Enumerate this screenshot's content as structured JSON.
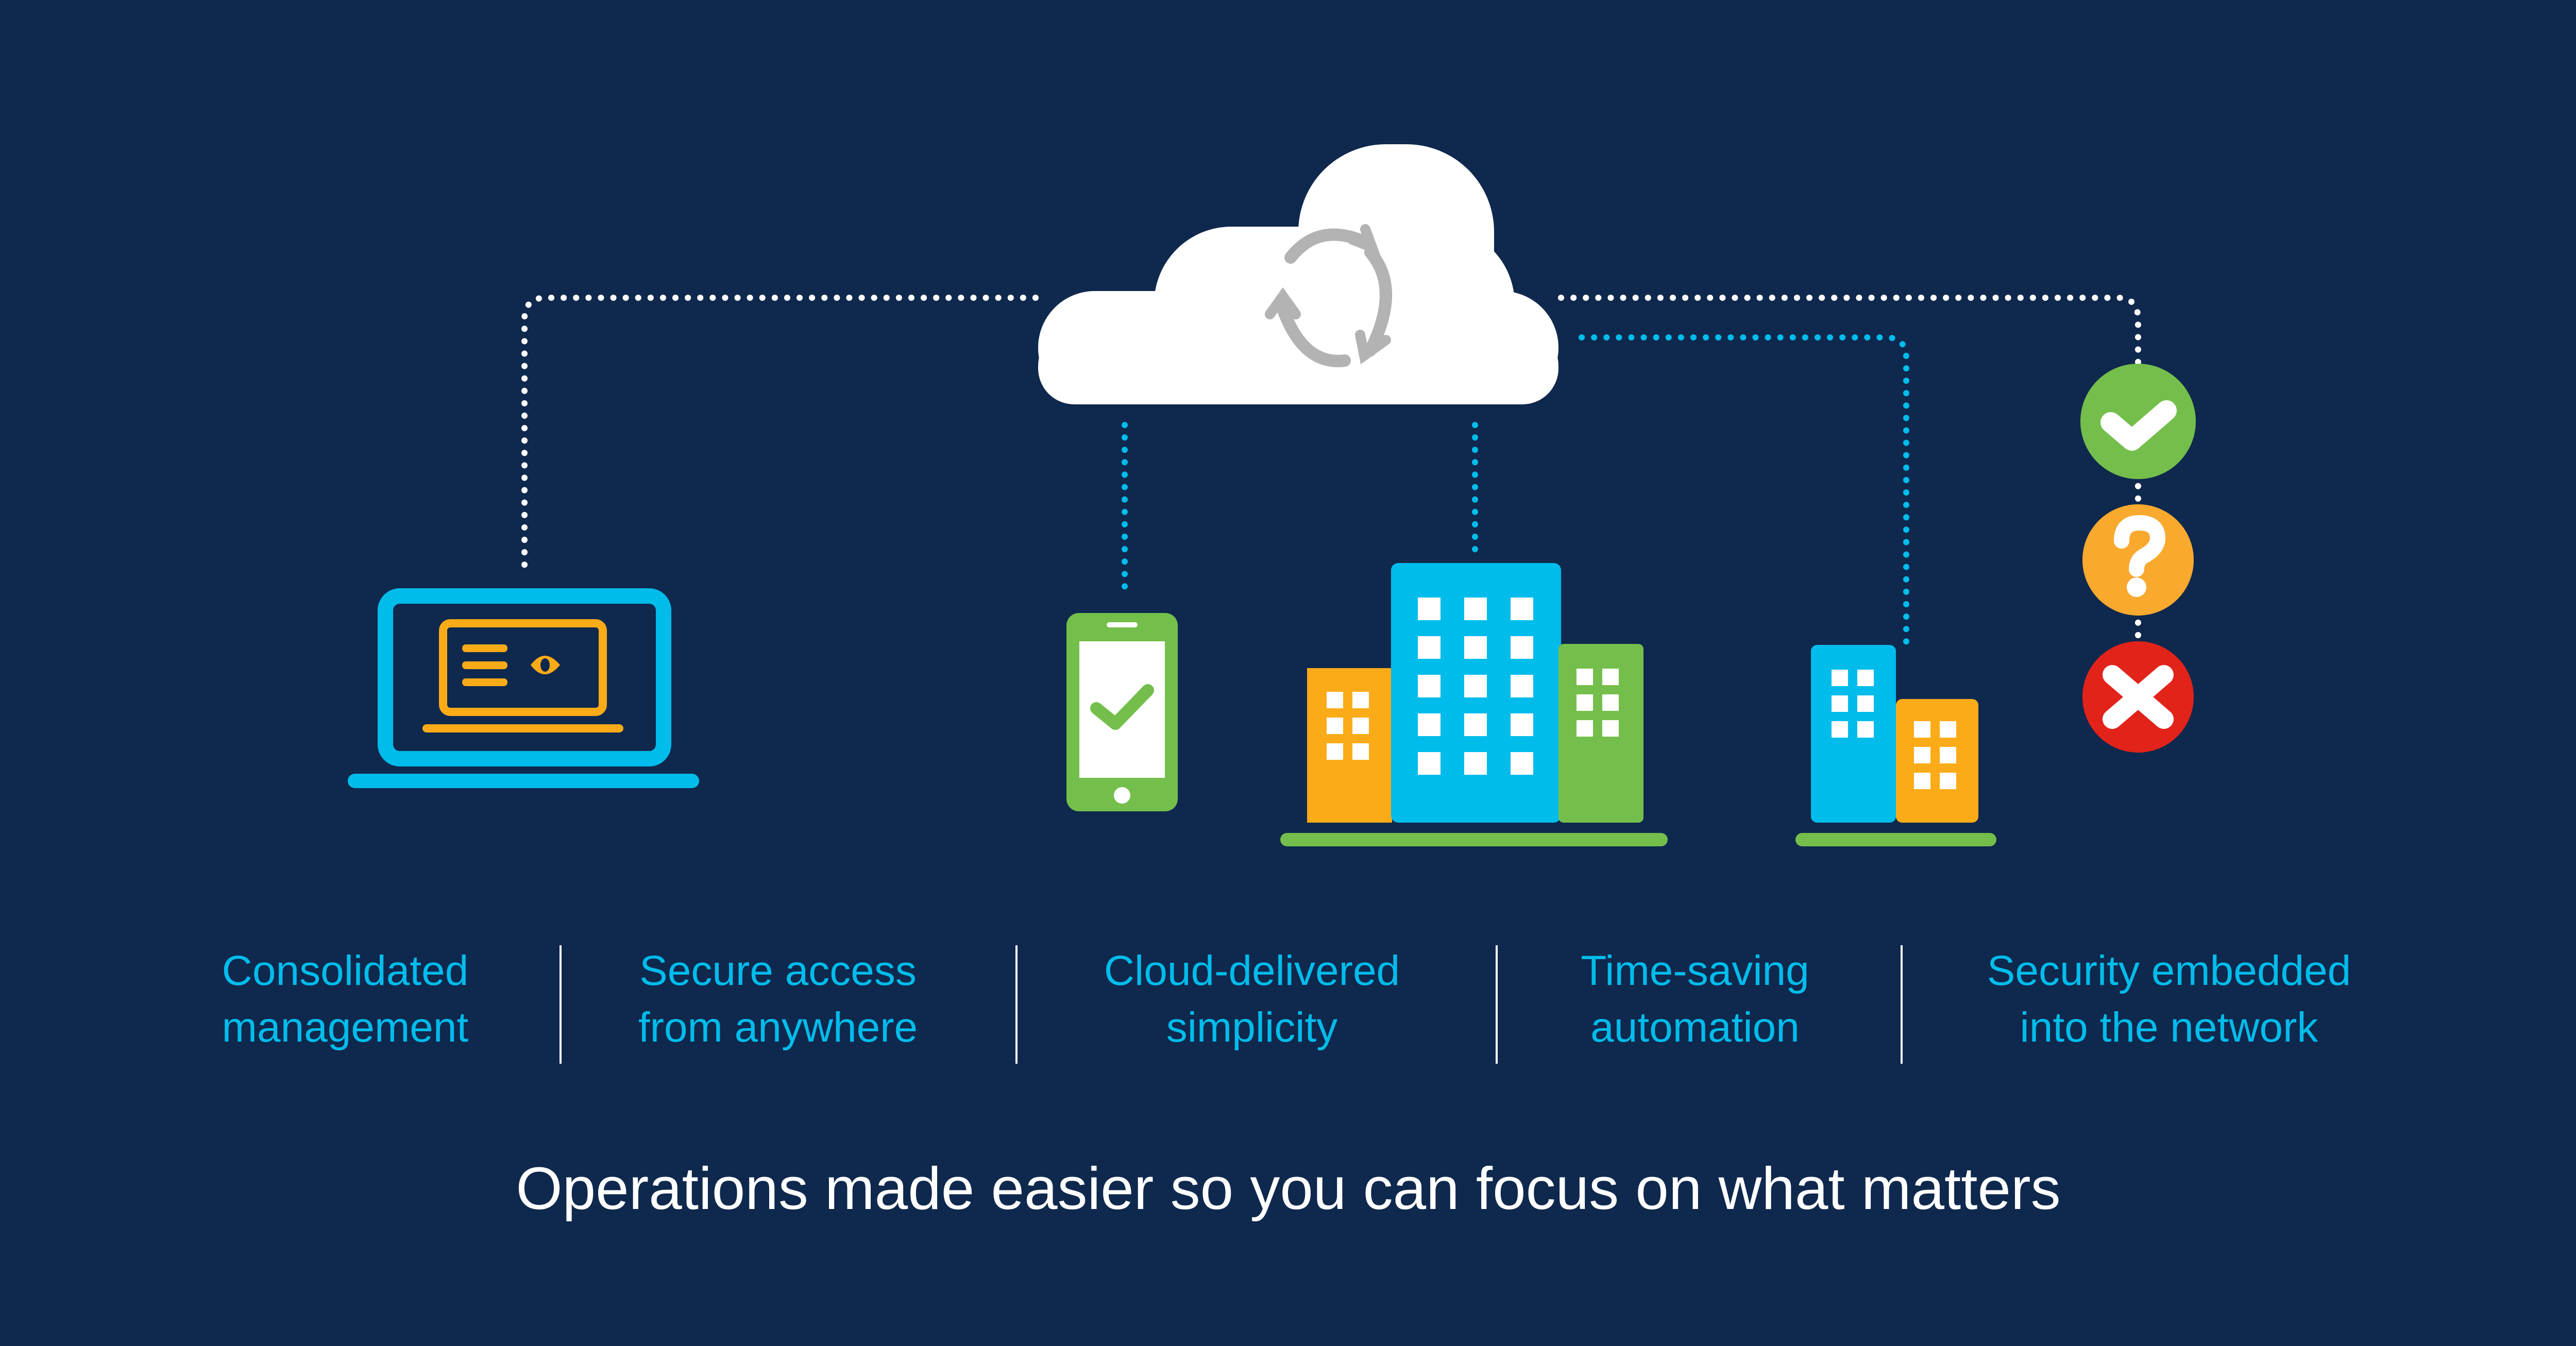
{
  "colors": {
    "background": "#0f284d",
    "cyan": "#00bceb",
    "orange": "#fbab18",
    "green": "#74bf4b",
    "red": "#e2231a",
    "cloud": "#ffffff",
    "cloud_icon": "#b3b3b3",
    "window": "#ffffff"
  },
  "icons": {
    "cloud": "cloud-icon",
    "sync": "sync-arrows-icon",
    "laptop": "laptop-icon",
    "phone": "smartphone-icon",
    "campus": "buildings-icon",
    "branch": "small-buildings-icon",
    "status_ok": "check-icon",
    "status_unknown": "question-icon",
    "status_blocked": "x-icon"
  },
  "features": [
    {
      "line1": "Consolidated",
      "line2": "management"
    },
    {
      "line1": "Secure access",
      "line2": "from anywhere"
    },
    {
      "line1": "Cloud-delivered",
      "line2": "simplicity"
    },
    {
      "line1": "Time-saving",
      "line2": "automation"
    },
    {
      "line1": "Security embedded",
      "line2": "into the network"
    }
  ],
  "tagline": "Operations made easier so you can focus on what matters"
}
